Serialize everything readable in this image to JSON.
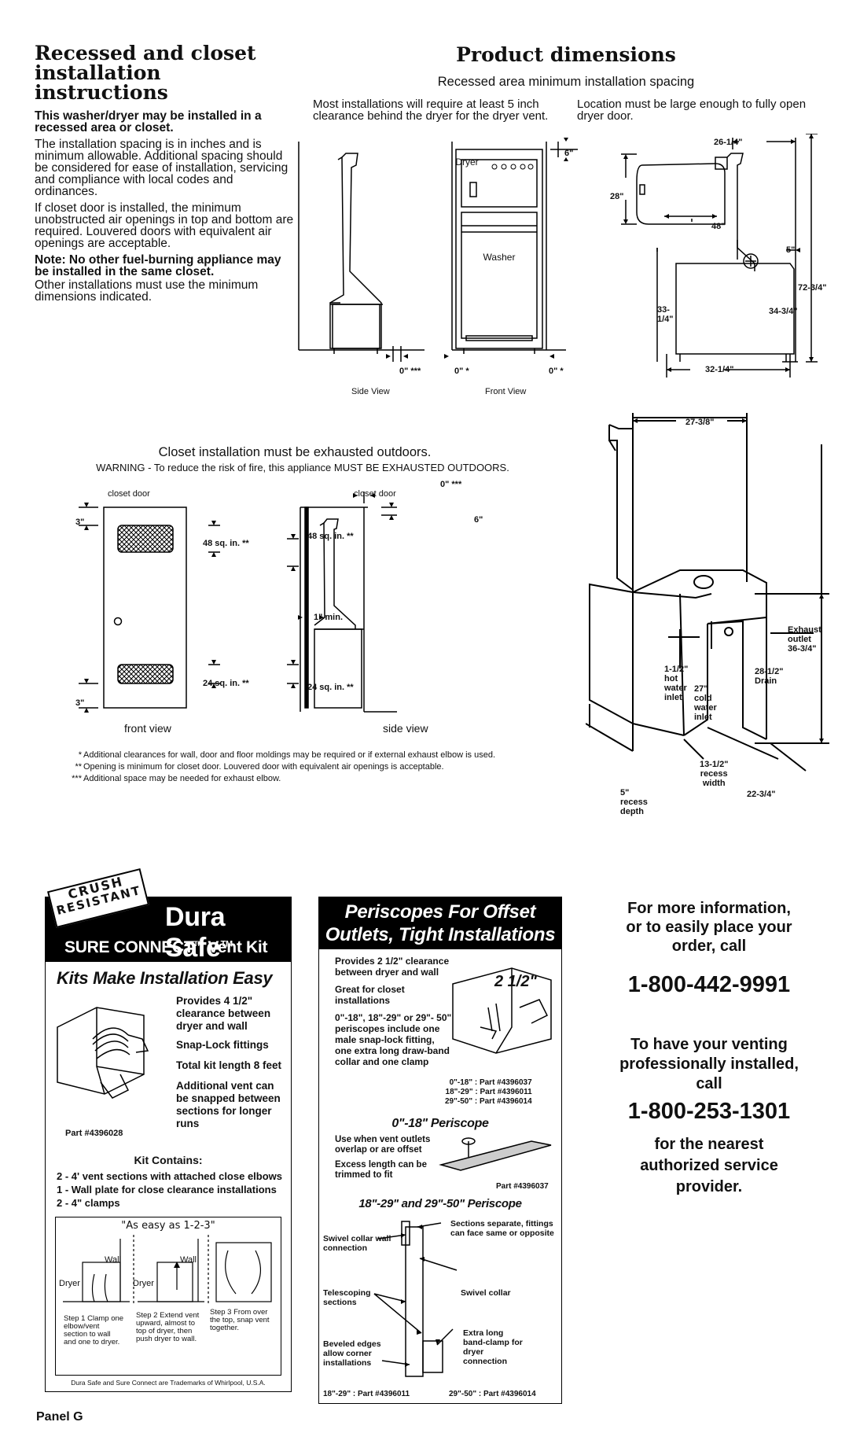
{
  "left_section": {
    "title_line1": "Recessed and closet",
    "title_line2": "installation instructions",
    "intro_bold": "This washer/dryer may be installed in a recessed area or closet.",
    "para1": "The installation spacing is in inches and is minimum allowable. Additional spacing should be considered for ease of installation, servicing and compliance with local codes and ordinances.",
    "para2": "If closet door is installed, the minimum unobstructed air openings in top and bottom are required. Louvered doors with equivalent air openings are acceptable.",
    "note_bold": "Note: No other fuel-burning appliance may be installed in the same closet.",
    "para3": "Other installations must use the minimum dimensions indicated."
  },
  "product_dimensions": {
    "title": "Product dimensions",
    "subtitle": "Recessed area minimum installation spacing",
    "note_left": "Most installations will require at least 5 inch clearance behind the dryer for the dryer vent.",
    "note_right": "Location must be large enough to fully open dryer door.",
    "side_view_label": "Side View",
    "front_view_label": "Front View",
    "dryer_label": "Dryer",
    "washer_label": "Washer",
    "dim_6": "6\"",
    "dim_0_side": "0\" ***",
    "dim_0_front_left": "0\" *",
    "dim_0_front_right": "0\" *",
    "dim_26_1_4": "26-1/4\"",
    "dim_28": "28\"",
    "dim_48": "48\"",
    "dim_5": "5\"",
    "dim_72_3_4": "72-3/4\"",
    "dim_33_1_4_a": "33-",
    "dim_33_1_4_b": "1/4\"",
    "dim_34_3_4": "34-3/4\"",
    "dim_32_1_4": "32-1/4\""
  },
  "closet": {
    "title": "Closet installation must be exhausted outdoors.",
    "warning": "WARNING - To reduce the risk of fire, this appliance MUST BE EXHAUSTED OUTDOORS.",
    "closet_door_1": "closet door",
    "closet_door_2": "closet door",
    "dim_3_top": "3\"",
    "dim_3_bottom": "3\"",
    "sq48_a": "48 sq. in. **",
    "sq24_a": "24 sq. in. **",
    "sq48_b": "48 sq. in. **",
    "sq24_b": "24 sq. in. **",
    "dim_0_side": "0\" ***",
    "dim_6": "6\"",
    "min1": "1\" min.",
    "front_view": "front view",
    "side_view": "side view",
    "footnote1_mark": "*",
    "footnote1": "Additional clearances for wall, door and floor moldings may be required or if external exhaust elbow is used.",
    "footnote2_mark": "**",
    "footnote2": "Opening is minimum for closet door. Louvered door with equivalent air openings is acceptable.",
    "footnote3_mark": "***",
    "footnote3": "Additional space may be needed for exhaust elbow."
  },
  "iso_view": {
    "dim_27_3_8": "27-3/8\"",
    "exhaust_a": "Exhaust",
    "exhaust_b": "outlet",
    "exhaust_c": "36-3/4\"",
    "hot_a": "1-1/2\"",
    "hot_b": "hot",
    "hot_c": "water",
    "hot_d": "inlet",
    "cold_a": "27\"",
    "cold_b": "cold",
    "cold_c": "water",
    "cold_d": "inlet",
    "drain_a": "28-1/2\"",
    "drain_b": "Drain",
    "recess_w_a": "13-1/2\"",
    "recess_w_b": "recess",
    "recess_w_c": "width",
    "recess_d_a": "5\"",
    "recess_d_b": "recess",
    "recess_d_c": "depth",
    "dim_22_3_4": "22-3/4\""
  },
  "ad_durasafe": {
    "crush1": "CRUSH",
    "crush2": "RESISTANT",
    "brand": "Dura Safe",
    "tm": "TM",
    "sure_connect": "SURE CONNECT",
    "tm2": "TM",
    "vent_kit": " Vent Kit",
    "headline": "Kits Make Installation Easy",
    "feat1": "Provides 4 1/2\" clearance between dryer and wall",
    "feat2": "Snap-Lock fittings",
    "feat3": "Total kit length 8 feet",
    "feat4": "Additional vent can be snapped between sections for longer runs",
    "part": "Part #4396028",
    "kit_contains": "Kit Contains:",
    "kit1": "2 - 4' vent sections with attached close elbows",
    "kit2": "1 - Wall plate for close clearance installations",
    "kit3": "2 - 4\" clamps",
    "easy": "\"As easy as 1-2-3\"",
    "wall1": "Wall",
    "wall2": "Wall",
    "dryer1": "Dryer",
    "dryer2": "Dryer",
    "step1": "Step 1 Clamp one elbow/vent section to wall and one to dryer.",
    "step2": "Step 2 Extend vent upward, almost to top of dryer, then push dryer to wall.",
    "step3": "Step 3 From over the top, snap vent together.",
    "trademark": "Dura Safe and Sure Connect are Trademarks of Whirlpool, U.S.A."
  },
  "ad_periscope": {
    "title1": "Periscopes For Offset",
    "title2": "Outlets, Tight Installations",
    "feat1": "Provides 2 1/2\" clearance between dryer and wall",
    "feat2": "Great for closet installations",
    "feat3": "0\"-18\", 18\"-29\" or 29\"- 50\" periscopes include one male snap-lock fitting, one extra long draw-band collar and one clamp",
    "clearance": "2 1/2\"",
    "part1": "0\"-18\" :  Part #4396037",
    "part2": "18\"-29\" :  Part #4396011",
    "part3": "29\"-50\" :  Part #4396014",
    "sub1": "0\"-18\" Periscope",
    "use1": "Use when vent outlets overlap or are offset",
    "use2": "Excess length can be trimmed to fit",
    "part4": "Part #4396037",
    "sub2": "18\"-29\" and 29\"-50\" Periscope",
    "c1": "Swivel collar wall connection",
    "c2": "Sections separate, fittings can face same or opposite",
    "c3": "Telescoping sections",
    "c4": "Swivel collar",
    "c5": "Beveled edges allow corner installations",
    "c6": "Extra long band-clamp for dryer connection",
    "part5": "18\"-29\" : Part #4396011",
    "part6": "29\"-50\" : Part #4396014"
  },
  "contact": {
    "info1": "For more information,",
    "info2": "or to easily place your",
    "info3": "order, call",
    "phone1": "1-800-442-9991",
    "install1": "To have your venting",
    "install2": "professionally installed,",
    "install3": "call",
    "phone2": "1-800-253-1301",
    "install4": "for the nearest",
    "install5": "authorized service",
    "install6": "provider."
  },
  "footer": {
    "panel": "Panel G"
  }
}
